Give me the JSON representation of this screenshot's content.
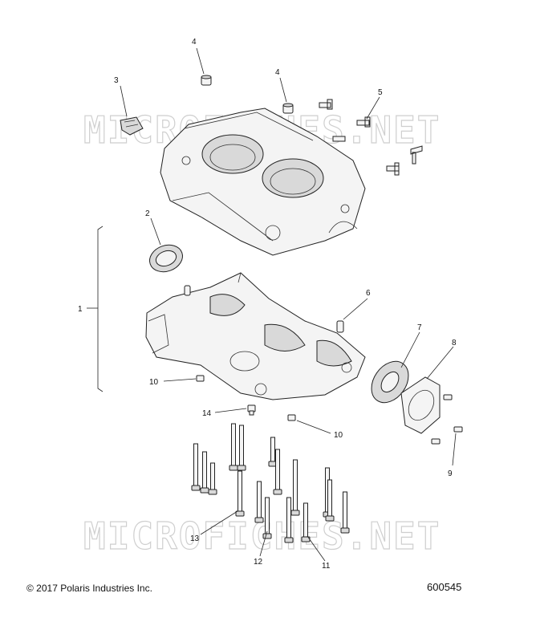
{
  "watermark": "MICROFICHES.NET",
  "footer": {
    "copyright": "© 2017 Polaris Industries Inc.",
    "diagram_id": "600545"
  },
  "callouts": {
    "c1": "1",
    "c2": "2",
    "c3": "3",
    "c4a": "4",
    "c4b": "4",
    "c5": "5",
    "c6": "6",
    "c7": "7",
    "c8": "8",
    "c9": "9",
    "c10a": "10",
    "c10b": "10",
    "c11": "11",
    "c12": "12",
    "c13": "13",
    "c14": "14"
  }
}
